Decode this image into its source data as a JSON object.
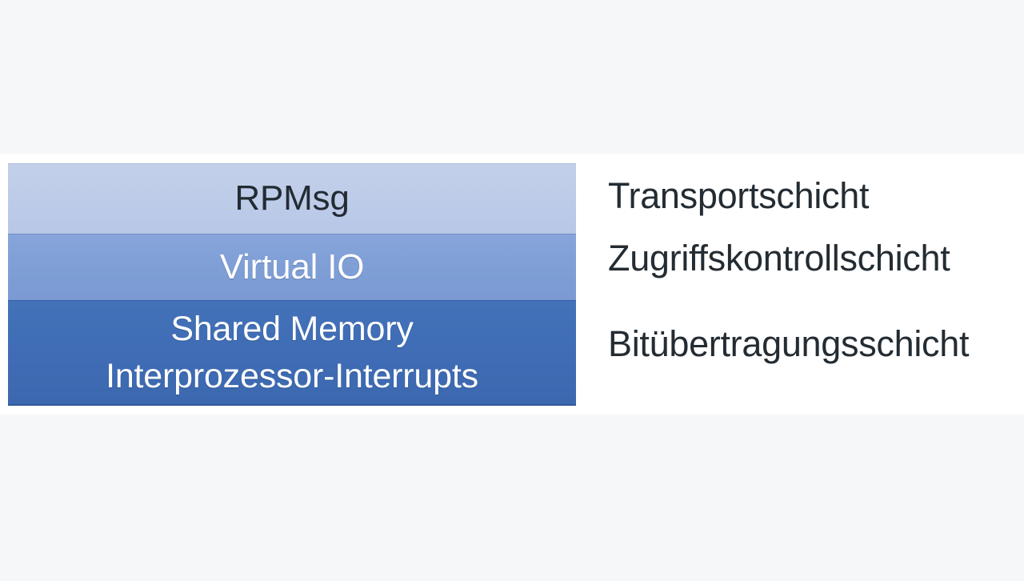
{
  "page": {
    "background_color": "#f6f7f9",
    "band_color": "#ffffff"
  },
  "diagram": {
    "type": "layered-stack",
    "title": "",
    "layers": [
      {
        "label": "RPMsg",
        "lines": [
          "RPMsg"
        ],
        "fill_color": "#bccbe8",
        "text_color": "#232b33",
        "side_label": "Transportschicht"
      },
      {
        "label": "Virtual IO",
        "lines": [
          "Virtual IO"
        ],
        "fill_color": "#7e9ed6",
        "text_color": "#ffffff",
        "side_label": "Zugriffskontrollschicht"
      },
      {
        "label": "Shared Memory / Interprozessor-Interrupts",
        "lines": [
          "Shared Memory",
          "Interprozessor-Interrupts"
        ],
        "fill_color": "#3f6cb4",
        "text_color": "#ffffff",
        "side_label": "Bitübertragungsschicht"
      }
    ]
  }
}
